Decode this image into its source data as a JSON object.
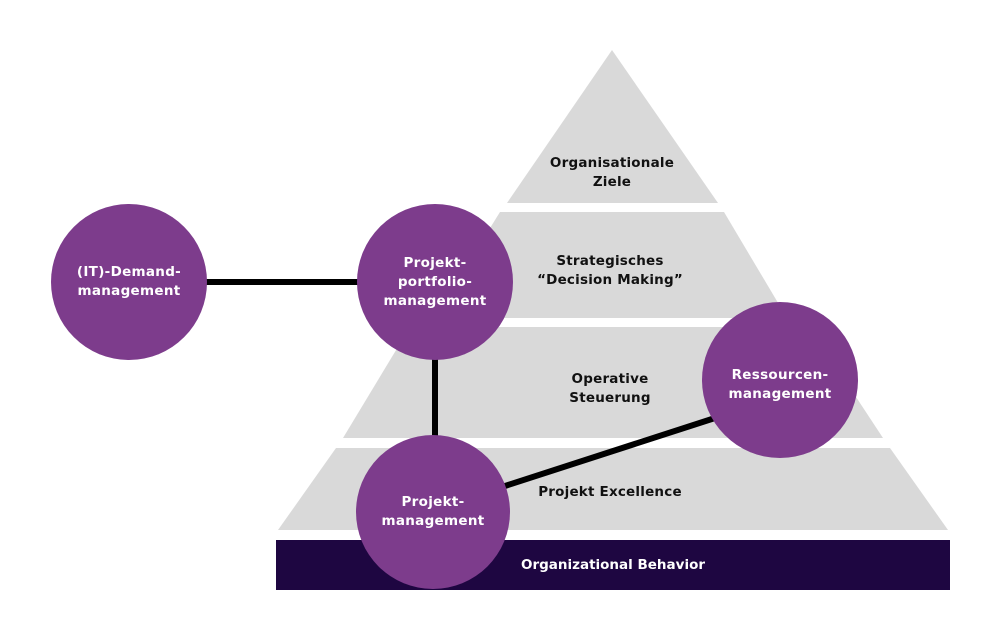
{
  "colors": {
    "tier_fill": "#d9d9d9",
    "circle_fill": "#7d3c8c",
    "base_bar": "#1e0641",
    "connector": "#000000"
  },
  "pyramid": {
    "tiers": [
      {
        "line1": "Organisationale",
        "line2": "Ziele"
      },
      {
        "line1": "Strategisches",
        "line2": "“Decision Making”"
      },
      {
        "line1": "Operative",
        "line2": "Steuerung"
      },
      {
        "line1": "Projekt Excellence",
        "line2": ""
      }
    ],
    "base": {
      "label": "Organizational Behavior"
    }
  },
  "nodes": [
    {
      "id": "demand",
      "line1": "(IT)-Demand-",
      "line2": "management",
      "line3": ""
    },
    {
      "id": "portfolio",
      "line1": "Projekt-",
      "line2": "portfolio-",
      "line3": "management"
    },
    {
      "id": "ressourcen",
      "line1": "Ressourcen-",
      "line2": "management",
      "line3": ""
    },
    {
      "id": "projekt",
      "line1": "Projekt-",
      "line2": "management",
      "line3": ""
    }
  ],
  "connections": [
    {
      "from": "demand",
      "to": "portfolio"
    },
    {
      "from": "portfolio",
      "to": "projekt"
    },
    {
      "from": "projekt",
      "to": "ressourcen"
    }
  ]
}
